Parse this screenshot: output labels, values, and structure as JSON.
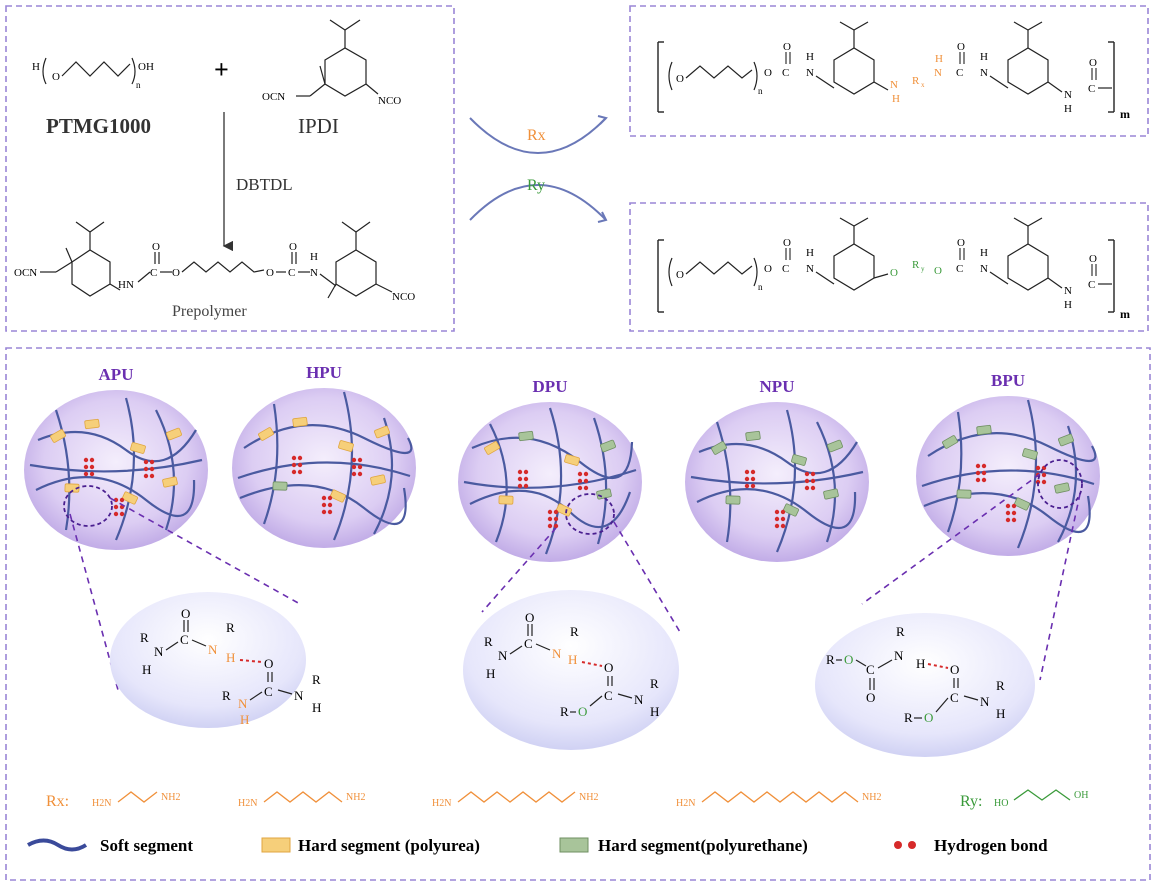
{
  "top": {
    "monomer_1": {
      "name": "PTMG1000",
      "h": "H",
      "o": "O",
      "n": "n",
      "oh": "OH"
    },
    "plus": "+",
    "monomer_2": {
      "name": "IPDI",
      "ocn": "OCN",
      "nco": "NCO"
    },
    "catalyst": "DBTDL",
    "prepolymer": {
      "name": "Prepolymer",
      "ocn": "OCN",
      "hn": "HN",
      "c": "C",
      "o": "O",
      "h": "H",
      "n": "N",
      "nco": "NCO"
    },
    "reagent_x": "Rx",
    "reagent_y": "Ry",
    "product_urea": {
      "o": "O",
      "c": "C",
      "n": "N",
      "h": "H",
      "r": "R",
      "x": "x",
      "sub_n": "n",
      "sub_m": "m"
    },
    "product_urethane": {
      "o": "O",
      "c": "C",
      "n": "N",
      "h": "H",
      "r": "R",
      "y": "y",
      "sub_n": "n",
      "sub_m": "m"
    }
  },
  "samples": [
    "APU",
    "HPU",
    "DPU",
    "NPU",
    "BPU"
  ],
  "zoom": {
    "r": "R",
    "n": "N",
    "h": "H",
    "c": "C",
    "o": "O"
  },
  "reagents": {
    "rx_label": "Rx:",
    "ry_label": "Ry:",
    "h2n": "H2N",
    "nh2": "NH2",
    "ho": "HO",
    "oh": "OH",
    "rx_chain_lengths": [
      3,
      6,
      9,
      12
    ],
    "ry_chain_length": 4
  },
  "legend": {
    "soft": "Soft segment",
    "hard_urea": "Hard segment (polyurea)",
    "hard_urethane": "Hard segment(polyurethane)",
    "hbond": "Hydrogen bond"
  },
  "colors": {
    "border": "#9a86d6",
    "purple_text": "#6a2fb0",
    "orange": "#f0903a",
    "green": "#3a9a3a",
    "chain": "#4a5aa0",
    "urea_seg": "#f6cf7a",
    "urethane_seg": "#a8c49a",
    "hbond": "#d62a2a"
  }
}
